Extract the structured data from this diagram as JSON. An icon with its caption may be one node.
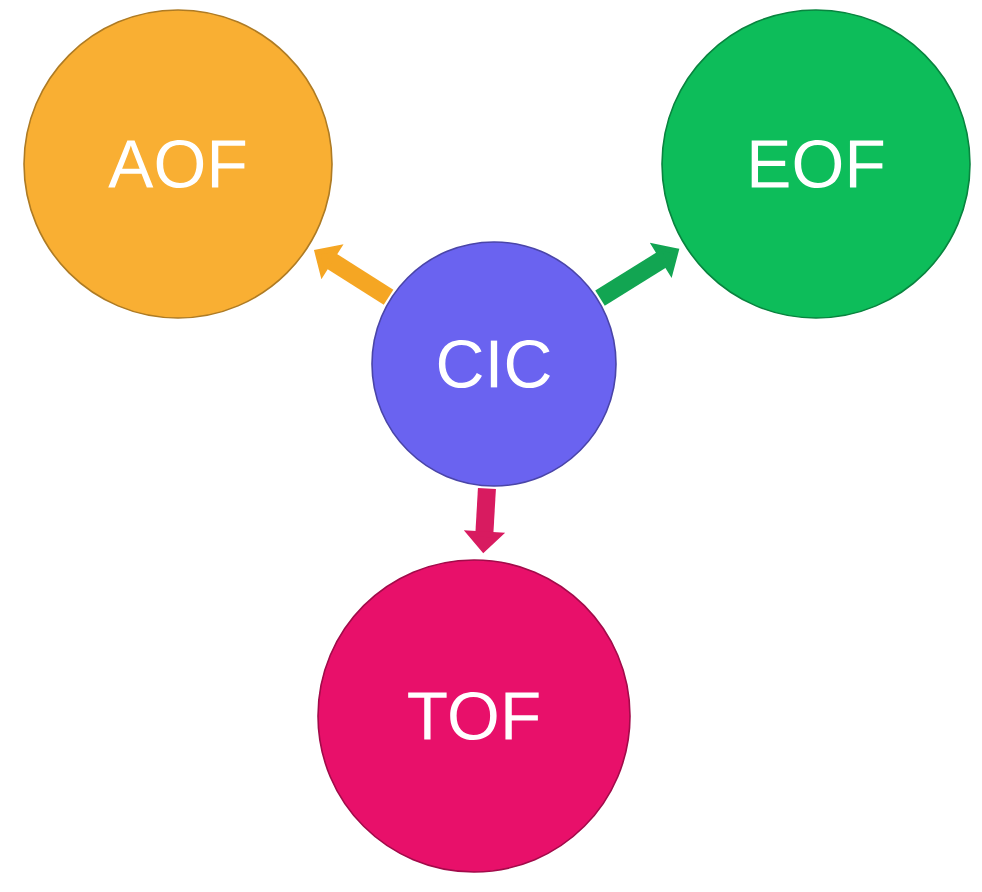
{
  "diagram": {
    "nodes": [
      {
        "text": [
          "AOF"
        ]
      },
      {
        "text": [
          "EOF"
        ]
      },
      {
        "text": [
          "CIC"
        ]
      },
      {
        "text": [
          "TOF"
        ]
      }
    ],
    "edges": [
      {
        "from": 2,
        "to": 0,
        "arrow": "to",
        "color": "#f5a623"
      },
      {
        "from": 2,
        "to": 1,
        "arrow": "to",
        "color": "#12a552"
      },
      {
        "from": 2,
        "to": 3,
        "arrow": "to",
        "color": "#d81b60"
      }
    ]
  }
}
